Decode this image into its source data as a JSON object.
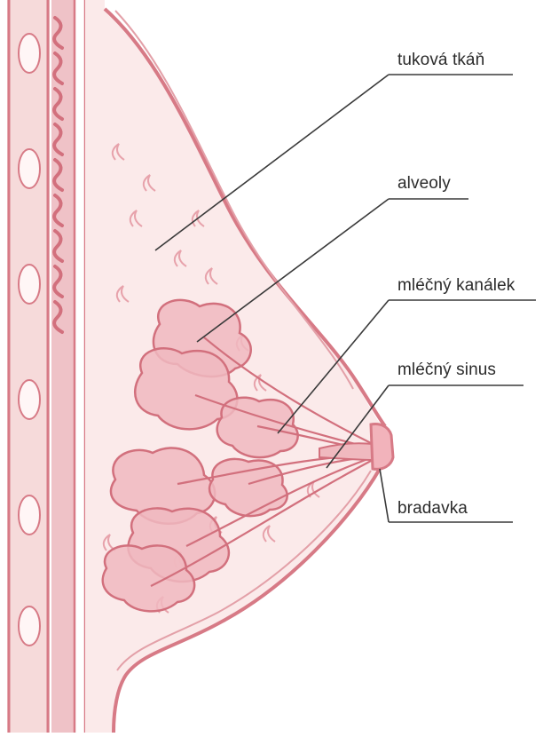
{
  "diagram": {
    "colors": {
      "outline": "#d77a86",
      "tissue_fill": "#f8e3e3",
      "gland_fill": "#f0b9bf",
      "gland_stroke": "#d2707d",
      "leader_line": "#3a3a3a",
      "text": "#2b2b2b"
    },
    "labels": {
      "fat_tissue": "tuková tkáň",
      "alveoli": "alveoly",
      "milk_duct": "mléčný kanálek",
      "milk_sinus": "mléčný sinus",
      "nipple": "bradavka"
    }
  }
}
